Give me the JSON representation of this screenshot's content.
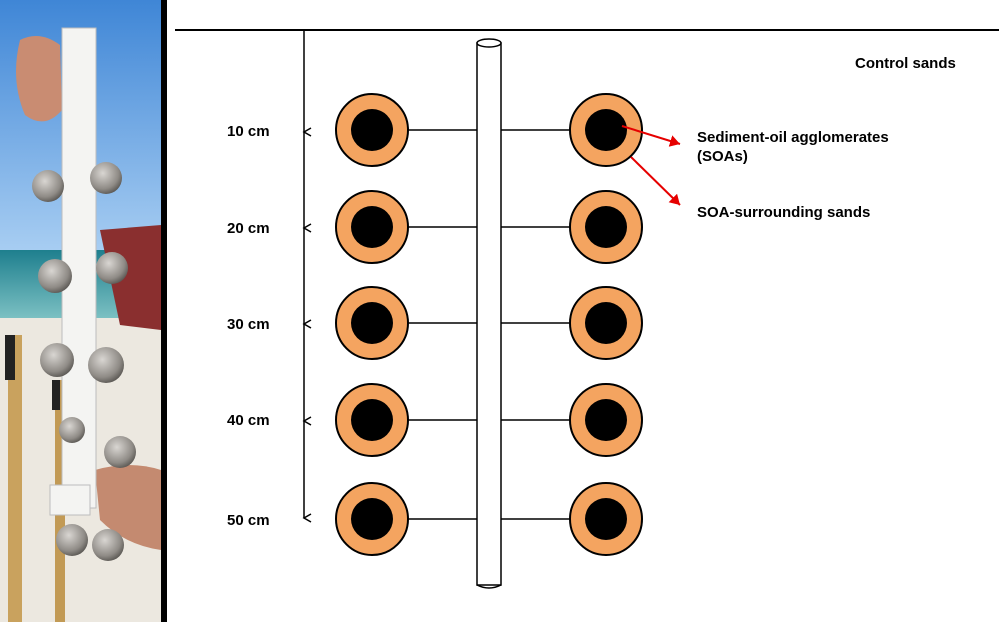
{
  "photo": {
    "description_icon": "beach-sampling-device-photo"
  },
  "diagram": {
    "control_label": "Control sands",
    "depth_labels": [
      "10 cm",
      "20 cm",
      "30 cm",
      "40 cm",
      "50 cm"
    ],
    "callouts": {
      "soa_line1": "Sediment-oil agglomerates",
      "soa_line2": "(SOAs)",
      "surrounding": "SOA-surrounding sands"
    },
    "colors": {
      "sand_ring": "#F4A460",
      "core": "#000000",
      "arrow": "#E60000",
      "pipe": "#ffffff"
    }
  }
}
